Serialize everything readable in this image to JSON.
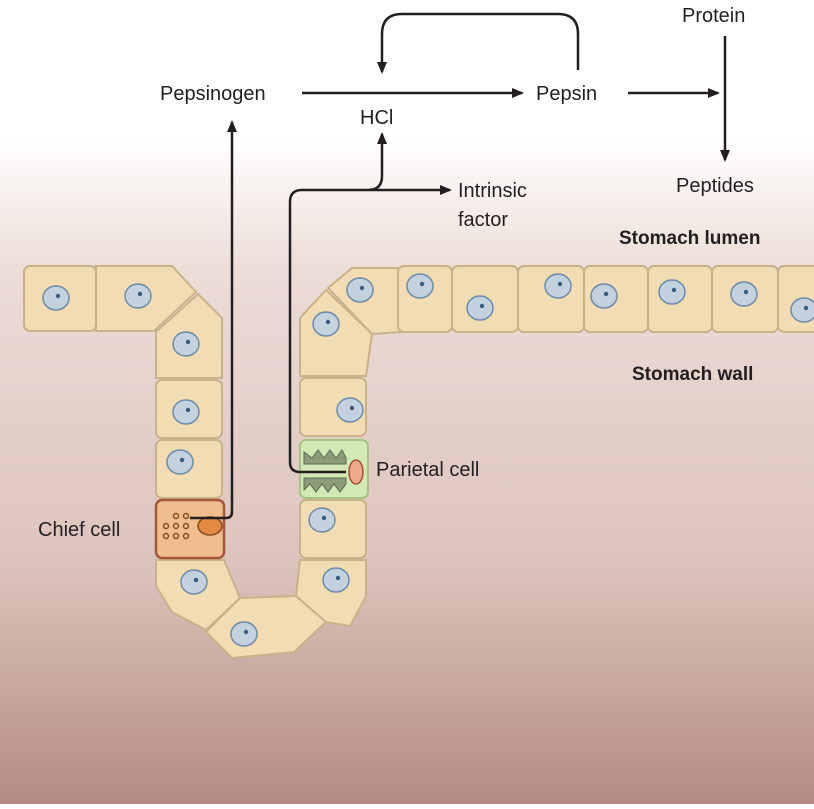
{
  "labels": {
    "pepsinogen": "Pepsinogen",
    "hcl": "HCl",
    "pepsin": "Pepsin",
    "protein": "Protein",
    "peptides": "Peptides",
    "intrinsic_line1": "Intrinsic",
    "intrinsic_line2": "factor",
    "stomach_lumen": "Stomach lumen",
    "stomach_wall": "Stomach wall",
    "parietal_cell": "Parietal cell",
    "chief_cell": "Chief cell"
  },
  "colors": {
    "cell_fill": "#f2dcb4",
    "cell_stroke": "#c9b189",
    "nucleus_fill": "#c4d2df",
    "nucleus_stroke": "#6d8aa6",
    "parietal_fill": "#d2e8b5",
    "chief_fill": "#f0be8c",
    "arrow": "#231f20"
  }
}
